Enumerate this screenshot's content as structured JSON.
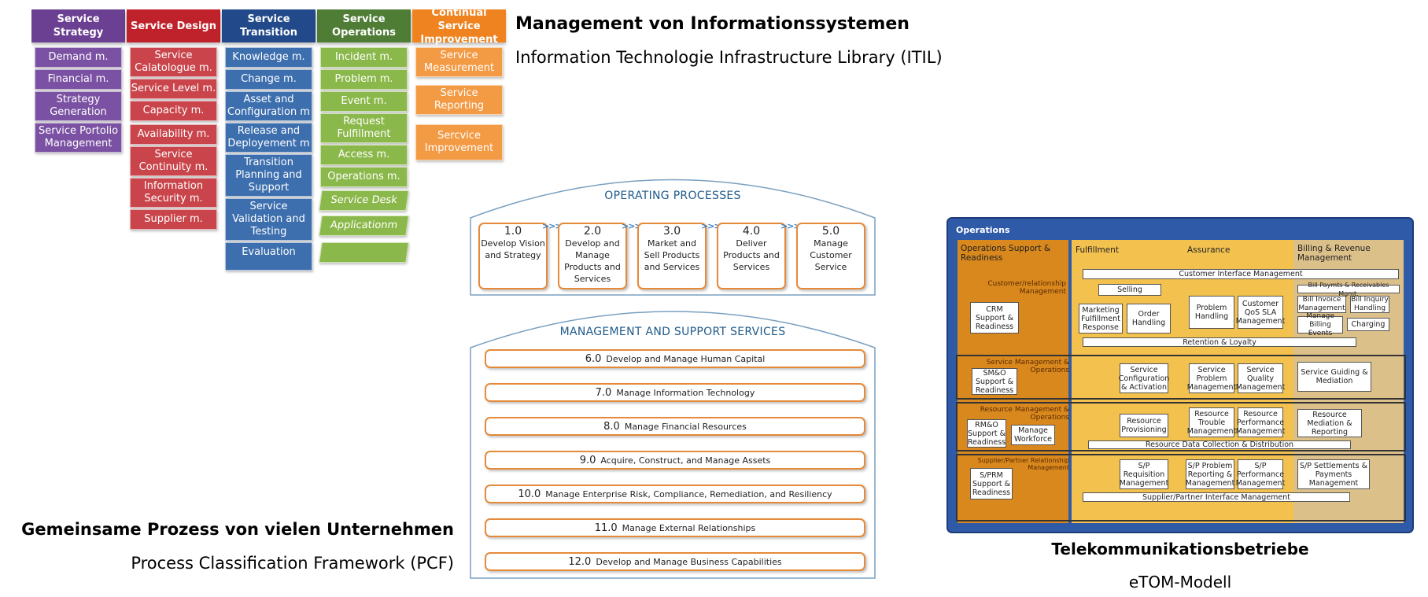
{
  "itil": {
    "heading": "Management von Informationssystemen",
    "subheading": "Information Technologie Infrastructure Library (ITIL)",
    "columns": [
      {
        "title": "Service Strategy",
        "color": "#7b4aa0",
        "items": [
          "Demand m.",
          "Financial m.",
          "Strategy Generation",
          "Service Portolio Management"
        ]
      },
      {
        "title": "Service Design",
        "color": "#c0272d",
        "items": [
          "Service Calatologue m.",
          "Service Level m.",
          "Capacity m.",
          "Availability m.",
          "Service Continuity m.",
          "Information Security m.",
          "Supplier m."
        ]
      },
      {
        "title": "Service Transition",
        "color": "#2a4f8f",
        "items": [
          "Knowledge m.",
          "Change m.",
          "Asset and Configuration m",
          "Release and Deployement m",
          "Transition Planning and Support",
          "Service Validation and Testing",
          "Evaluation"
        ]
      },
      {
        "title": "Service Operations",
        "color": "#5a8a3a",
        "items": [
          "Incident m.",
          "Problem m.",
          "Event m.",
          "Request Fulfillment",
          "Access m.",
          "Operations m.",
          "Service Desk",
          "Applicationm"
        ]
      },
      {
        "title": "Continual Service Improvement",
        "color": "#f08a24",
        "items": [
          "Service Measurement",
          "Service Reporting",
          "Sercvice Improvement"
        ]
      }
    ]
  },
  "pcf": {
    "heading": "Gemeinsame Prozess von vielen Unternehmen",
    "subheading": "Process Classification Framework (PCF)",
    "operating_title": "OPERATING PROCESSES",
    "operating": [
      {
        "num": "1.0",
        "label": "Develop Vision and Strategy"
      },
      {
        "num": "2.0",
        "label": "Develop and Manage Products and Services"
      },
      {
        "num": "3.0",
        "label": "Market and Sell Products and Services"
      },
      {
        "num": "4.0",
        "label": "Deliver Products and Services"
      },
      {
        "num": "5.0",
        "label": "Manage Customer Service"
      }
    ],
    "support_title": "MANAGEMENT AND SUPPORT SERVICES",
    "support": [
      {
        "num": "6.0",
        "label": "Develop and Manage Human Capital"
      },
      {
        "num": "7.0",
        "label": "Manage Information Technology"
      },
      {
        "num": "8.0",
        "label": "Manage Financial Resources"
      },
      {
        "num": "9.0",
        "label": "Acquire, Construct, and Manage Assets"
      },
      {
        "num": "10.0",
        "label": "Manage Enterprise Risk, Compliance, Remediation, and Resiliency"
      },
      {
        "num": "11.0",
        "label": "Manage External Relationships"
      },
      {
        "num": "12.0",
        "label": "Develop and Manage Business Capabilities"
      }
    ]
  },
  "etom": {
    "heading": "Telekommunikationsbetriebe",
    "subheading": "eTOM-Modell",
    "title": "Operations",
    "col_ops_support": "Operations Support & Readiness",
    "col_fulfillment": "Fulfillment",
    "col_assurance": "Assurance",
    "col_billing": "Billing & Revenue Management",
    "row_customer": "Customer/relationship Management",
    "row_service": "Service Management & Operations",
    "row_resource": "Resource Management & Operations",
    "row_supplier": "Supplier/Partner Relationship Management",
    "customer_interface": "Customer Interface Management",
    "selling": "Selling",
    "crm_support": "CRM Support & Readiness",
    "marketing": "Marketing Fulfillment Response",
    "order": "Order Handling",
    "problem": "Problem Handling",
    "customer_qos": "Customer QoS SLA Management",
    "bill_payments": "Bill Paymts & Receivables Mgmt.",
    "bill_invoice": "Bill Invoice Management",
    "bill_inquiry": "Bill Inquiry Handling",
    "billing_events": "Manage Billing Events",
    "charging": "Charging",
    "retention": "Retention & Loyalty",
    "smo_support": "SM&O Support & Readiness",
    "service_config": "Service Configuration & Activation",
    "service_problem": "Service Problem Management",
    "service_quality": "Service Quality Management",
    "service_guiding": "Service Guiding & Mediation",
    "rmo_support": "RM&O Support & Readiness",
    "workforce": "Manage Workforce",
    "resource_prov": "Resource Provisioning",
    "resource_trouble": "Resource Trouble Management",
    "resource_perf": "Resource Performance Management",
    "resource_mediation": "Resource Mediation & Reporting",
    "resource_data": "Resource Data Collection & Distribution",
    "sprm_support": "S/PRM Support & Readiness",
    "sp_requisition": "S/P Requisition Management",
    "sp_problem": "S/P Problem Reporting & Management",
    "sp_performance": "S/P Performance Management",
    "sp_settlements": "S/P Settlements & Payments Management",
    "sp_interface": "Supplier/Partner Interface Management"
  }
}
